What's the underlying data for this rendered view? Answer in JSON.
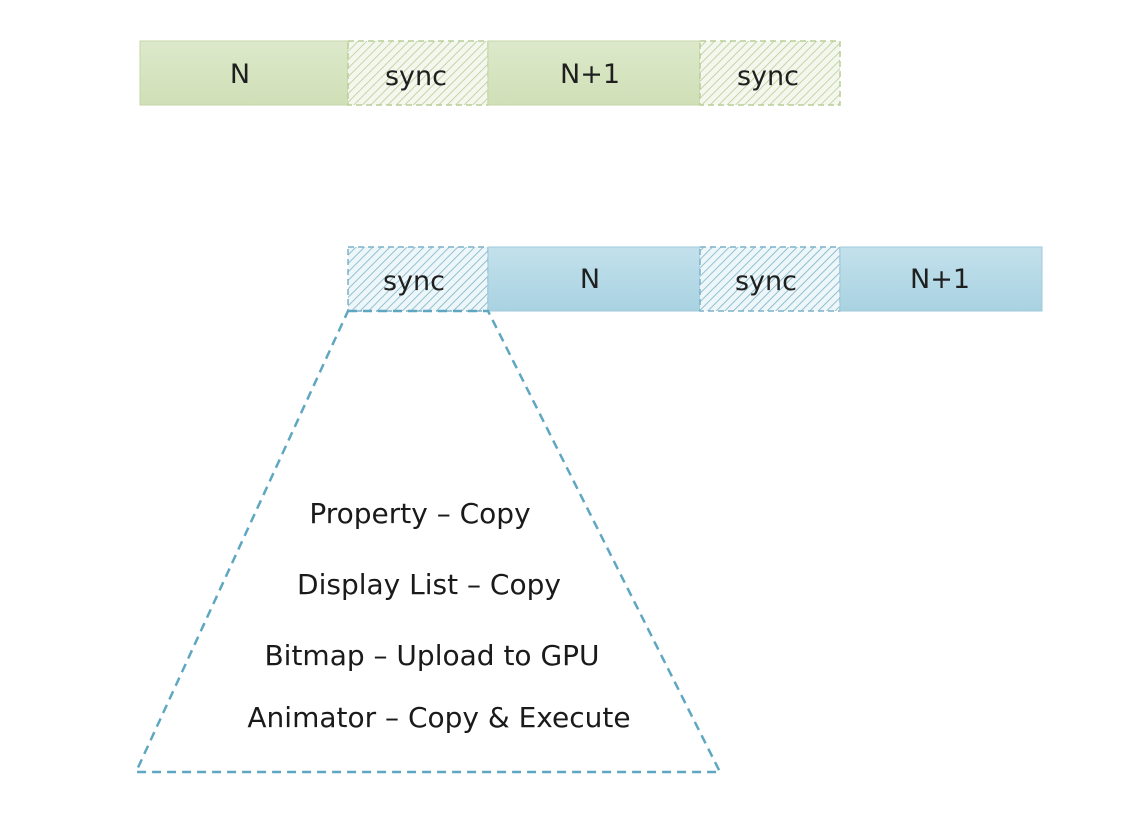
{
  "colors": {
    "cpu_solid": "#d8e6c4",
    "cpu_border": "#b9cd97",
    "cpu_hatch": "#b9cd97",
    "gpu_solid": "#b7dae6",
    "gpu_border": "#7db2c7",
    "gpu_hatch": "#7db2c7",
    "zoom_outline": "#5fa7c1",
    "text": "#1a1a1a"
  },
  "timeline_top": {
    "segments": [
      {
        "label": "N",
        "kind": "work"
      },
      {
        "label": "sync",
        "kind": "sync"
      },
      {
        "label": "N+1",
        "kind": "work"
      },
      {
        "label": "sync",
        "kind": "sync"
      }
    ]
  },
  "timeline_bottom": {
    "segments": [
      {
        "label": "sync",
        "kind": "sync"
      },
      {
        "label": "N",
        "kind": "work"
      },
      {
        "label": "sync",
        "kind": "sync"
      },
      {
        "label": "N+1",
        "kind": "work"
      }
    ]
  },
  "sync_detail": {
    "steps": [
      "Property – Copy",
      "Display List – Copy",
      "Bitmap – Upload to GPU",
      "Animator – Copy & Execute"
    ]
  }
}
